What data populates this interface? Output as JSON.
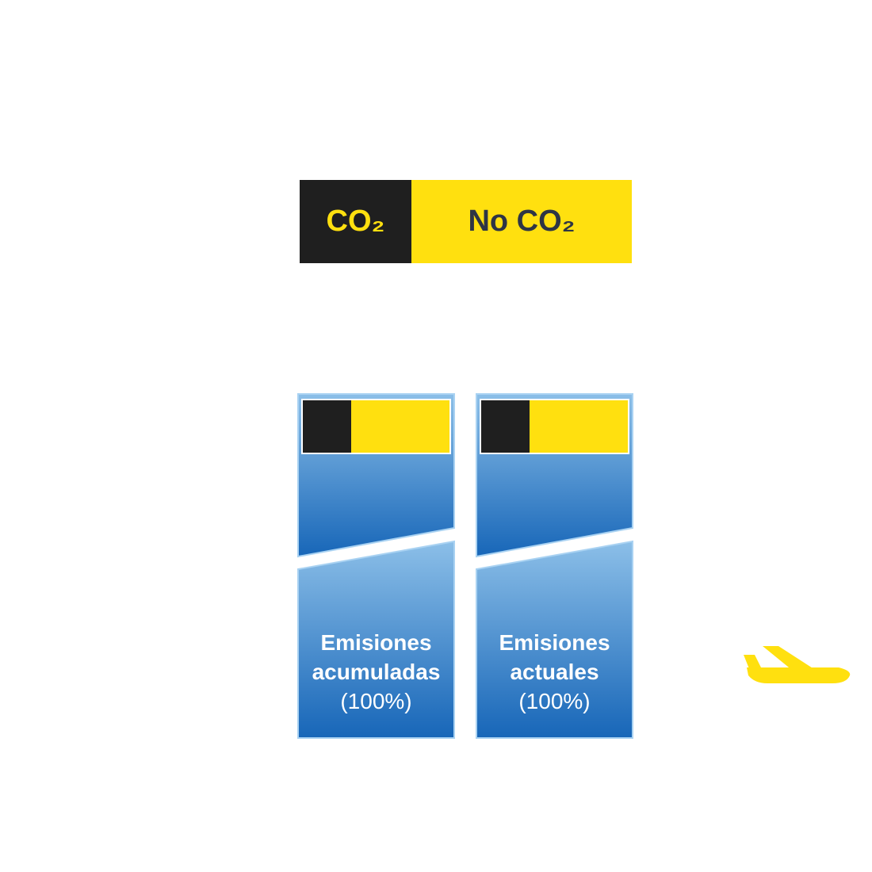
{
  "legend": {
    "co2_label": "CO₂",
    "noco2_label": "No CO₂"
  },
  "columns": [
    {
      "label_line1": "Emisiones",
      "label_line2": "acumuladas",
      "label_line3": "(100%)",
      "co2_share": 0.33,
      "noco2_share": 0.67
    },
    {
      "label_line1": "Emisiones",
      "label_line2": "actuales",
      "label_line3": "(100%)",
      "co2_share": 0.33,
      "noco2_share": 0.67
    }
  ],
  "colors": {
    "co2": "#1f1f1f",
    "noco2": "#ffe00f",
    "text_dark": "#2e3545",
    "column_top": "#8cbfe8",
    "column_bottom": "#1766b8",
    "column_border": "#a9d2f2",
    "plane": "#ffe00f",
    "flight_path": "#e8d84a"
  },
  "icons": {
    "plane": "airplane-icon"
  }
}
